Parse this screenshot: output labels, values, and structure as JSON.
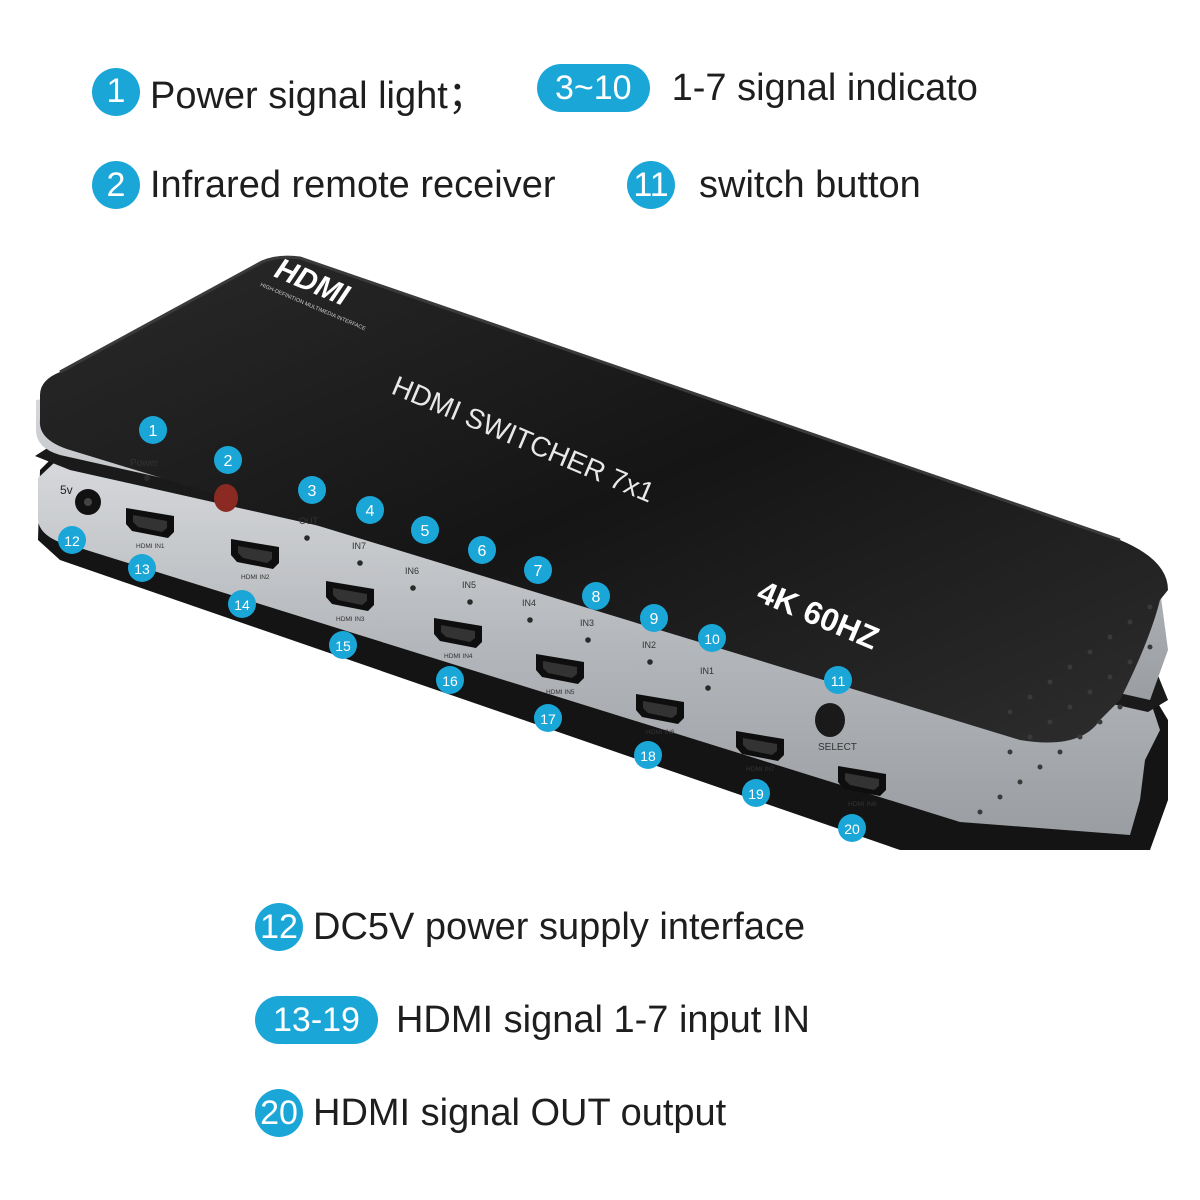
{
  "legend_top": [
    {
      "badge": "1",
      "text": "Power signal light；"
    },
    {
      "badge": "3~10",
      "text": "1-7 signal indicato"
    },
    {
      "badge": "2",
      "text": "Infrared remote receiver"
    },
    {
      "badge": "11",
      "text": "switch button"
    }
  ],
  "legend_bottom": [
    {
      "badge": "12",
      "text": "DC5V power supply interface"
    },
    {
      "badge": "13-19",
      "text": "HDMI signal 1-7 input IN"
    },
    {
      "badge": "20",
      "text": "HDMI signal OUT output"
    }
  ],
  "device": {
    "logo": "HDMI",
    "logo_tagline": "HIGH-DEFINITION MULTIMEDIA INTERFACE",
    "model_title": "HDMI  SWITCHER  7x1",
    "spec": "4K 60HZ",
    "power_label": "Power",
    "dc_label": "5v",
    "select_label": "SELECT",
    "indicator_labels": [
      "OUT",
      "IN7",
      "IN6",
      "IN5",
      "IN4",
      "IN3",
      "IN2",
      "IN1"
    ],
    "port_labels": [
      "HDMI IN1",
      "HDMI IN2",
      "HDMI IN3",
      "HDMI IN4",
      "HDMI IN5",
      "HDMI IN6",
      "HDMI IN7",
      "HDMI IN8"
    ],
    "callouts": [
      "1",
      "2",
      "3",
      "4",
      "5",
      "6",
      "7",
      "8",
      "9",
      "10",
      "11",
      "12",
      "13",
      "14",
      "15",
      "16",
      "17",
      "18",
      "19",
      "20"
    ]
  },
  "colors": {
    "accent": "#1aa7d8",
    "body": "#1c1c1c",
    "panel": "#b9bcc0",
    "ir_window": "#8a2a22"
  }
}
